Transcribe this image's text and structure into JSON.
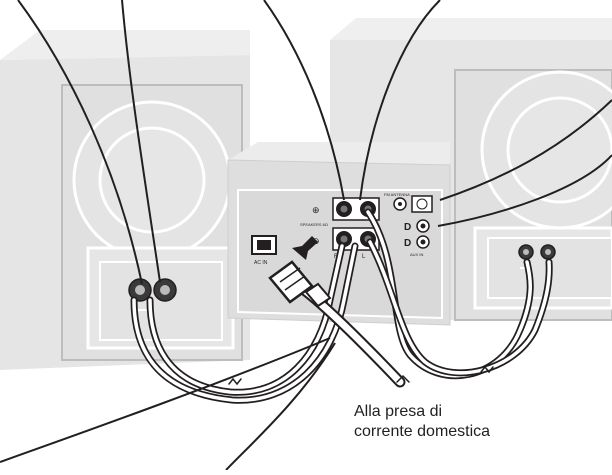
{
  "diagram": {
    "caption": {
      "line1": "Alla presa di",
      "line2": "corrente domestica"
    },
    "panel_labels": {
      "ac_in": "AC IN",
      "fm_antenna": "FM ANTENNA",
      "aux_in": "AUX IN",
      "plus_sign": "⊕",
      "minus_sign": "⊖",
      "speaker_impedance": "SPEAKERS 6Ω",
      "left_channel": "L",
      "right_channel": "R"
    },
    "colors": {
      "outline": "#231f20",
      "speaker_fill": "#e3e3e3",
      "unit_fill": "#d9d9d9",
      "cable": "#ffffff"
    }
  }
}
